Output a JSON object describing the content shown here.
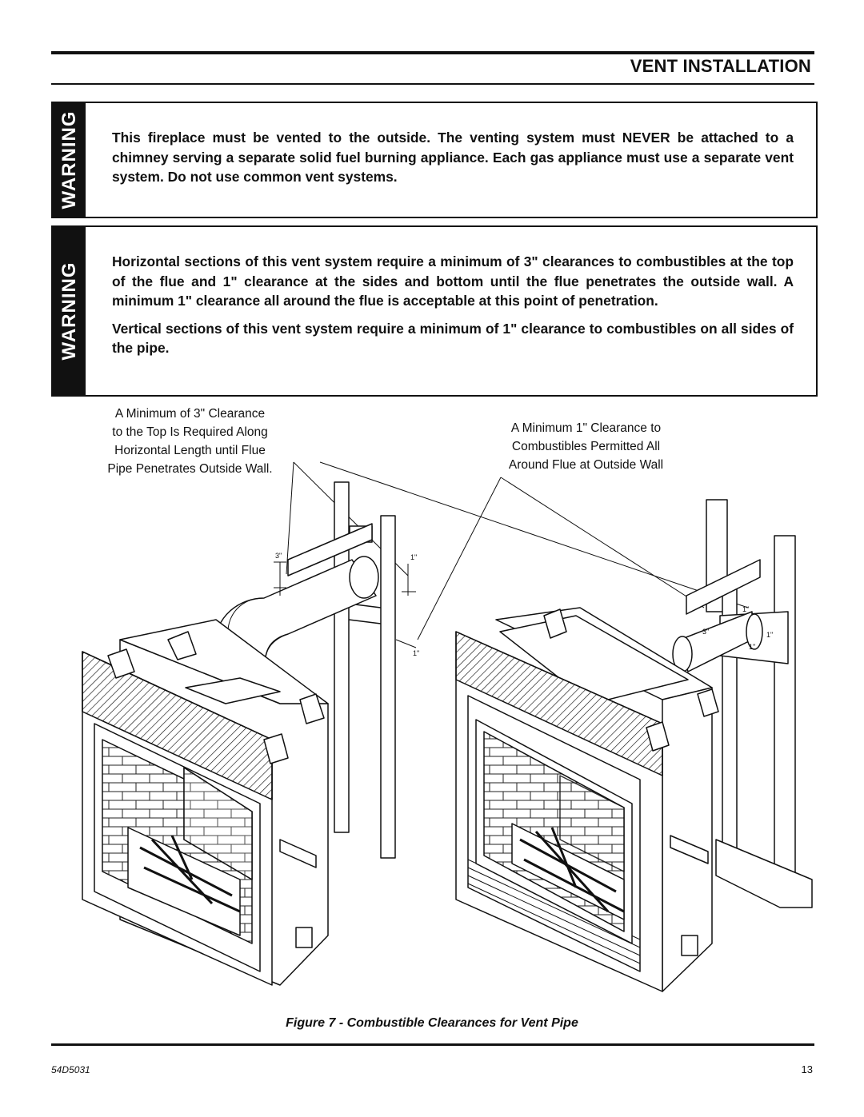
{
  "header": {
    "title": "VENT INSTALLATION"
  },
  "warning1": {
    "band_label": "WARNING",
    "text": "This fireplace must be vented to the outside. The venting system must NEVER be attached to a chimney serving a separate solid fuel burning appliance. Each gas appliance must use a separate vent system. Do not use common vent systems."
  },
  "warning2": {
    "band_label": "WARNING",
    "para1": "Horizontal sections of this vent system require a minimum of 3\" clearances to combustibles at the top of the flue and 1\" clearance at the sides and bottom until the flue penetrates the outside wall. A minimum 1\" clearance all around the flue is acceptable at this point of penetration.",
    "para2": "Vertical sections of this vent system require a minimum of 1\" clearance to combustibles on all sides of the pipe."
  },
  "figure": {
    "label_left": [
      "A Minimum of 3\" Clearance",
      "to the Top Is Required Along",
      "Horizontal Length until Flue",
      "Pipe Penetrates Outside Wall."
    ],
    "label_right": [
      "A Minimum 1\" Clearance to",
      "Combustibles Permitted All",
      "Around Flue at Outside Wall"
    ],
    "dim_3in": "3\"",
    "dim_1in": "1\"",
    "caption": "Figure 7 - Combustible Clearances for Vent Pipe"
  },
  "footer": {
    "doc_number": "54D5031",
    "page_number": "13"
  }
}
